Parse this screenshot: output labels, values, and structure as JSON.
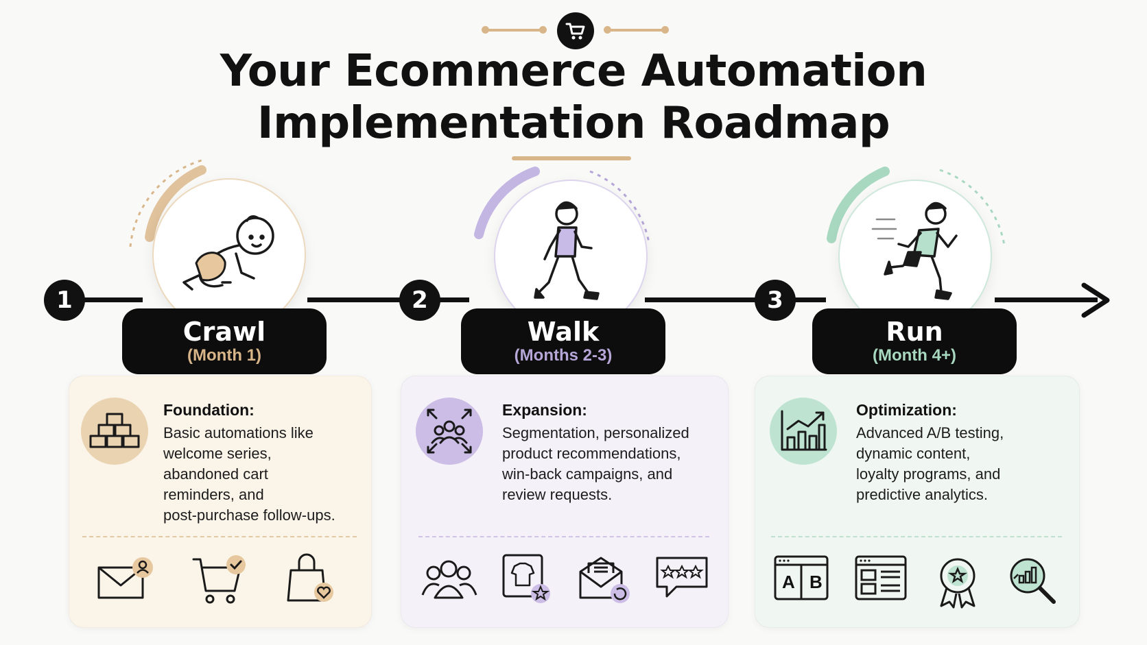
{
  "header": {
    "icon": "shopping-cart-icon",
    "title_line1": "Your Ecommerce Automation",
    "title_line2": "Implementation Roadmap"
  },
  "colors": {
    "crawl": "#d9b68a",
    "walk": "#b6a6d8",
    "run": "#a8d8c0",
    "crawl_card": "#fbf4e9",
    "walk_card": "#f4f1f9",
    "run_card": "#f0f6f2"
  },
  "stages": [
    {
      "number": "1",
      "name": "Crawl",
      "period": "(Month 1)",
      "figure": "crawling-baby-icon",
      "heading": "Foundation:",
      "body": [
        "Basic automations like",
        "welcome series,",
        "abandoned cart",
        "reminders, and",
        "post-purchase follow-ups."
      ],
      "card_icon": "stacked-boxes-icon",
      "mini_icons": [
        "email-user-icon",
        "cart-check-icon",
        "shopping-bag-heart-icon"
      ]
    },
    {
      "number": "2",
      "name": "Walk",
      "period": "(Months 2-3)",
      "figure": "walking-person-icon",
      "heading": "Expansion:",
      "body": [
        "Segmentation, personalized",
        "product recommendations,",
        "win-back campaigns, and",
        "review requests."
      ],
      "card_icon": "audience-segmentation-icon",
      "mini_icons": [
        "users-group-icon",
        "product-star-icon",
        "email-refresh-icon",
        "review-stars-icon"
      ]
    },
    {
      "number": "3",
      "name": "Run",
      "period": "(Month 4+)",
      "figure": "running-person-icon",
      "heading": "Optimization:",
      "body": [
        "Advanced A/B testing,",
        "dynamic content,",
        "loyalty programs, and",
        "predictive analytics."
      ],
      "card_icon": "growth-chart-icon",
      "mini_icons": [
        "ab-test-icon",
        "dynamic-layout-icon",
        "loyalty-badge-icon",
        "analytics-search-icon"
      ],
      "ab_labels": [
        "A",
        "B"
      ]
    }
  ]
}
